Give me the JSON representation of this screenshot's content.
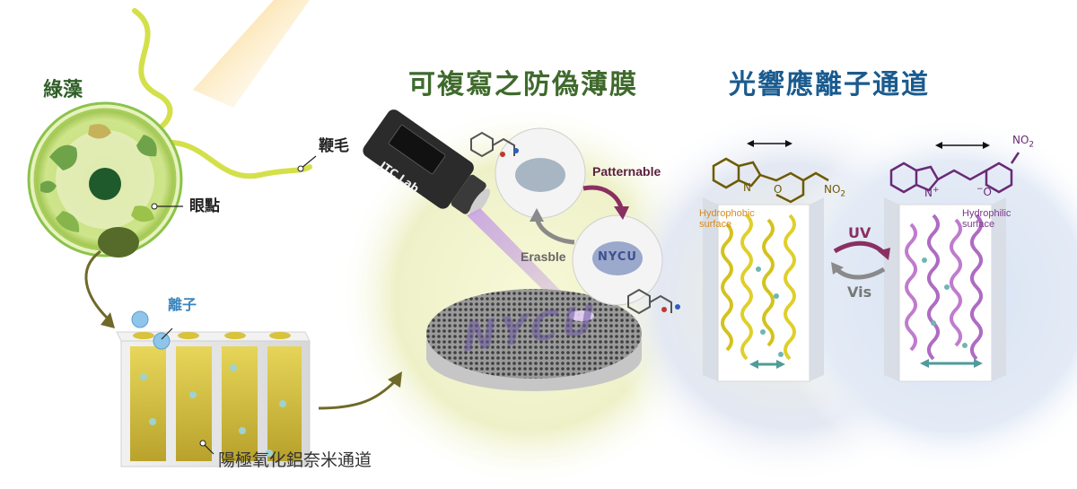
{
  "titles": {
    "alga": "綠藻",
    "film": "可複寫之防偽薄膜",
    "channel": "光響應離子通道"
  },
  "labels": {
    "flagella": "鞭毛",
    "eyespot": "眼點",
    "ion": "離子",
    "aao_channel": "陽極氧化鋁奈米通道",
    "patternable": "Patternable",
    "erasable": "Erasble",
    "hydrophobic_surface": "Hydrophobic surface",
    "hydrophilic_surface": "Hydrophilic surface",
    "uv": "UV",
    "vis": "Vis",
    "laser_brand": "JTC Lab",
    "membrane_text": "NYCU",
    "film_text_1": "NYCU",
    "molecule_no2_1": "NO",
    "molecule_no2_sub_1": "2",
    "molecule_no2_2": "NO",
    "molecule_no2_sub_2": "2",
    "atom_n_1": "N",
    "atom_o_1": "O",
    "atom_n_2": "N",
    "atom_n_charge": "+",
    "atom_o_2": "O",
    "atom_o_charge": "−"
  },
  "colors": {
    "alga_green": "#8bc34a",
    "title_green": "#3f6a2c",
    "title_blue": "#1a5b8f",
    "flagella_yellow": "#d4e04a",
    "hydrophobic_orange": "#d68a1c",
    "hydrophilic_purple": "#7a3a8c",
    "uv_purple": "#8a2f62",
    "vis_grey": "#777777"
  }
}
